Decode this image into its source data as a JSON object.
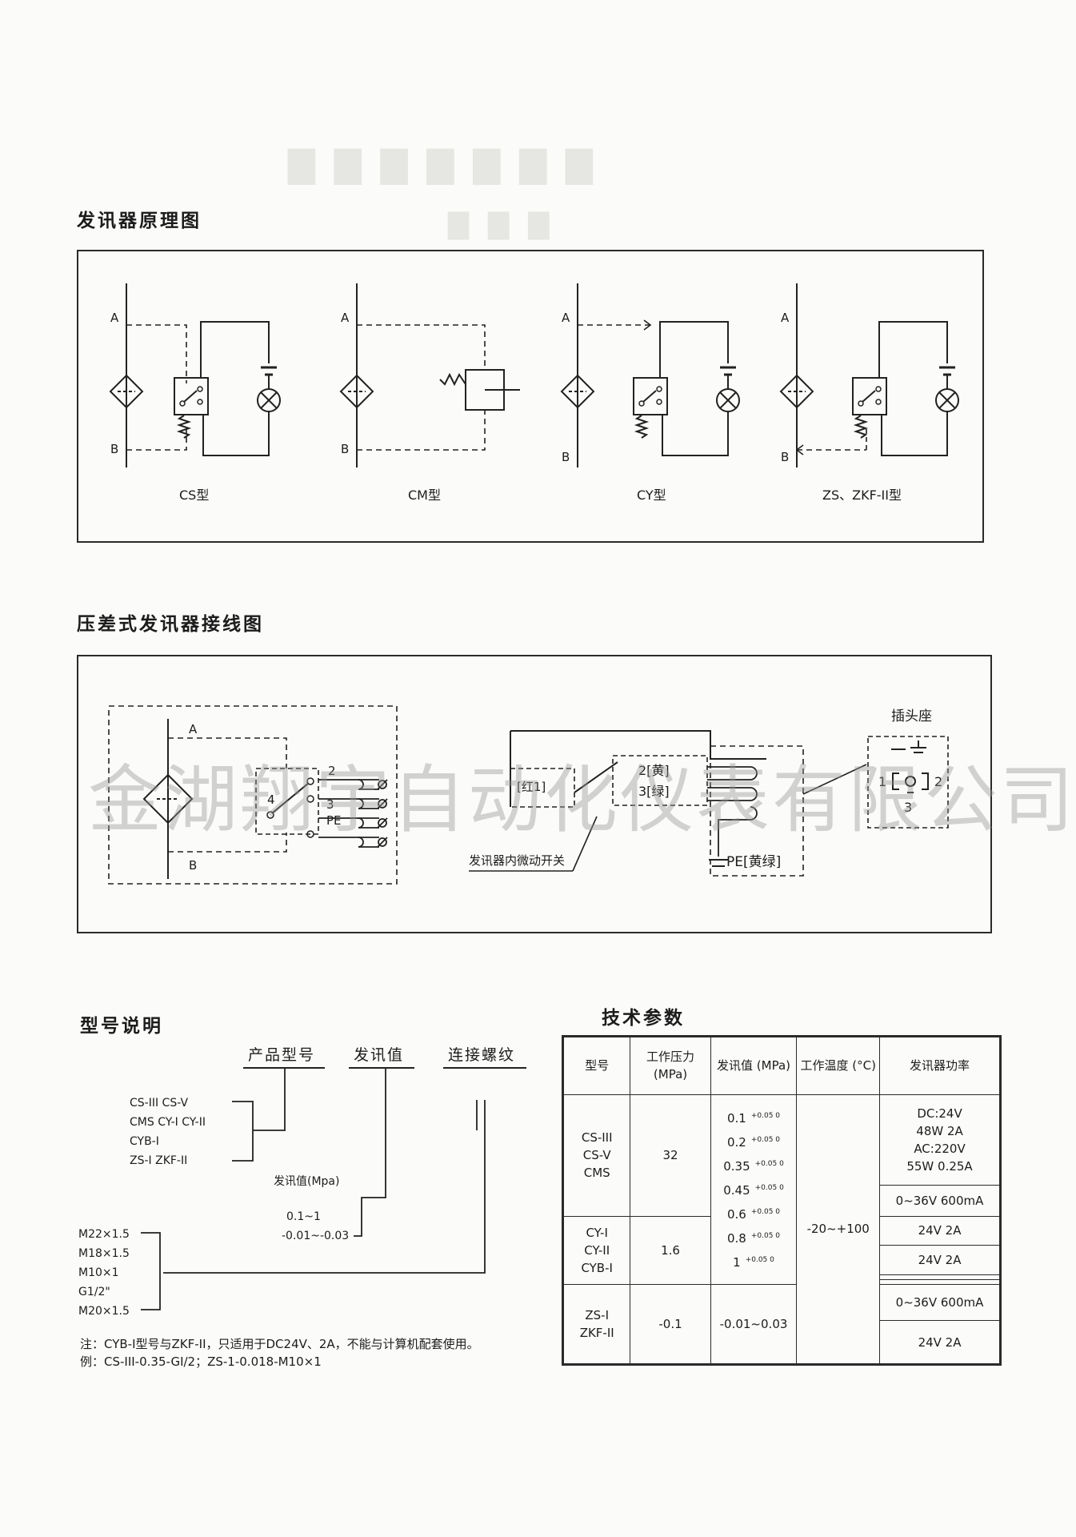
{
  "sections": {
    "principle_title": "发讯器原理图",
    "wiring_title": "压差式发讯器接线图",
    "model_title": "型号说明",
    "tech_title": "技术参数"
  },
  "principle": {
    "port_a": "A",
    "port_b": "B",
    "labels": [
      "CS型",
      "CM型",
      "CY型",
      "ZS、ZKF-II型"
    ]
  },
  "wiring": {
    "port_a": "A",
    "port_b": "B",
    "term2": "2",
    "term4": "4",
    "term3": "3",
    "term_pe": "PE",
    "red": "[红1]",
    "yellow": "2[黄]",
    "green": "3[绿]",
    "switch_label": "发讯器内微动开关",
    "pe_label": "PE[黄绿]",
    "socket_title": "插头座",
    "socket_1": "1",
    "socket_2": "2",
    "socket_3": "3"
  },
  "watermark": "金湖翔宇自动化仪表有限公司",
  "model": {
    "hdr_product": "产品型号",
    "hdr_value": "发讯值",
    "hdr_thread": "连接螺纹",
    "products": [
      "CS-III CS-V",
      "CMS CY-I CY-II",
      "CYB-I",
      "ZS-I ZKF-II"
    ],
    "value_label": "发讯值(Mpa)",
    "values": [
      "0.1~1",
      "-0.01~-0.03"
    ],
    "threads": [
      "M22×1.5",
      "M18×1.5",
      "M10×1",
      "G1/2\"",
      "M20×1.5"
    ],
    "note": "注：CYB-I型号与ZKF-II，只适用于DC24V、2A，不能与计算机配套使用。",
    "example": "例：CS-III-0.35-GI/2；ZS-1-0.018-M10×1"
  },
  "tech": {
    "headers": [
      "型号",
      "工作压力 (MPa)",
      "发讯值 (MPa)",
      "工作温度 (°C)",
      "发讯器功率"
    ],
    "groups": [
      {
        "models": [
          "CS-III",
          "CS-V",
          "CMS"
        ],
        "pressure": "32"
      },
      {
        "models": [
          "CY-I",
          "CY-II",
          "CYB-I"
        ],
        "pressure": "1.6"
      },
      {
        "models": [
          "ZS-I",
          "ZKF-II"
        ],
        "pressure": "-0.1"
      }
    ],
    "signal_values": [
      "0.1",
      "0.2",
      "0.35",
      "0.45",
      "0.6",
      "0.8",
      "1"
    ],
    "tolerance": "+0.05 0",
    "zs_signal": "-0.01~0.03",
    "temperature": "-20~+100",
    "power": [
      "DC:24V",
      "48W 2A",
      "AC:220V",
      "55W 0.25A",
      "0~36V 600mA",
      "24V 2A",
      "24V 2A",
      "0~36V 600mA",
      "24V 2A"
    ]
  }
}
